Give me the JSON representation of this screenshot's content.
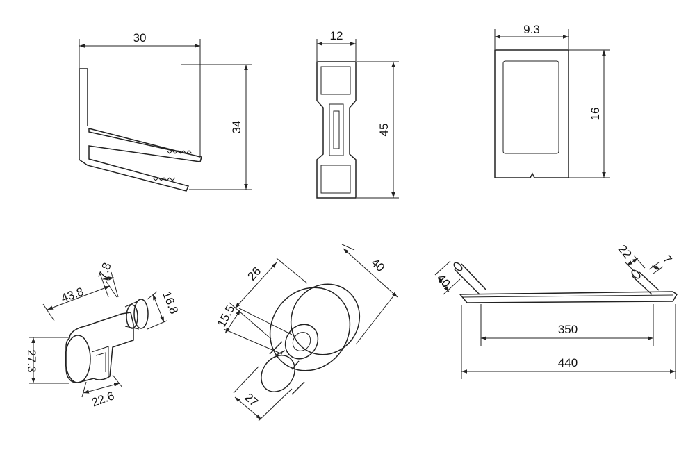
{
  "dimensions": {
    "clip_width": "30",
    "clip_height": "34",
    "profile_width": "12",
    "profile_height": "45",
    "tube_width": "9.3",
    "tube_height": "16",
    "bracket_length": "43.8",
    "bracket_slot": "7.8",
    "bracket_ring": "16.8",
    "bracket_height": "27.3",
    "bracket_base": "22.6",
    "knob_depth": "26",
    "knob_rosette": "40",
    "knob_neck": "15.5",
    "knob_head": "27",
    "handle_post_dia": "40",
    "handle_post_len": "22",
    "handle_post_tip": "7",
    "handle_centers": "350",
    "handle_overall": "440"
  }
}
